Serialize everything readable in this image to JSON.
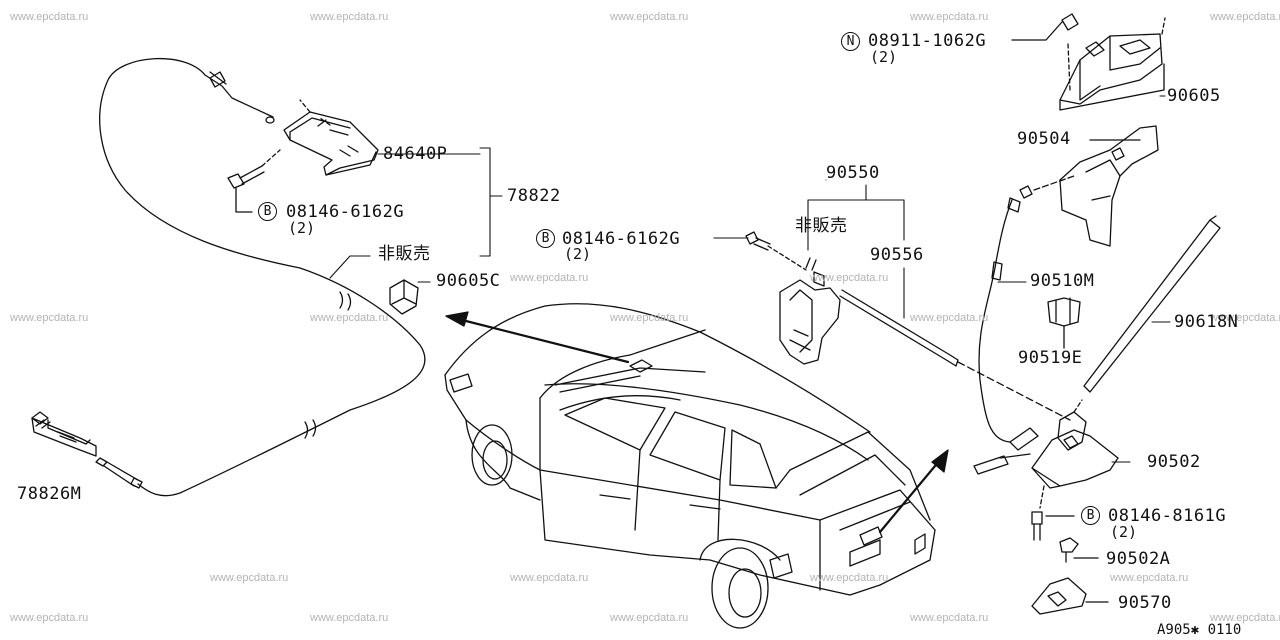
{
  "watermark": "www.epcdata.ru",
  "figure_code": "A905✱ 0110",
  "parts": {
    "p84640P": "84640P",
    "p78822": "78822",
    "p08146_6162G_left": "08146-6162G",
    "p08146_6162G_left_qty": "(2)",
    "not_for_sale_left": "非販売",
    "p90605C": "90605C",
    "p78826M": "78826M",
    "p90550": "90550",
    "not_for_sale_mid": "非販売",
    "p08146_6162G_mid": "08146-6162G",
    "p08146_6162G_mid_qty": "(2)",
    "p90556": "90556",
    "p08911_1062G": "08911-1062G",
    "p08911_1062G_qty": "(2)",
    "p90605": "90605",
    "p90504": "90504",
    "p90510M": "90510M",
    "p90519E": "90519E",
    "p90618N": "90618N",
    "p90502": "90502",
    "p08146_8161G": "08146-8161G",
    "p08146_8161G_qty": "(2)",
    "p90502A": "90502A",
    "p90570": "90570"
  },
  "symbols": {
    "bolt": "B",
    "nut": "N"
  }
}
